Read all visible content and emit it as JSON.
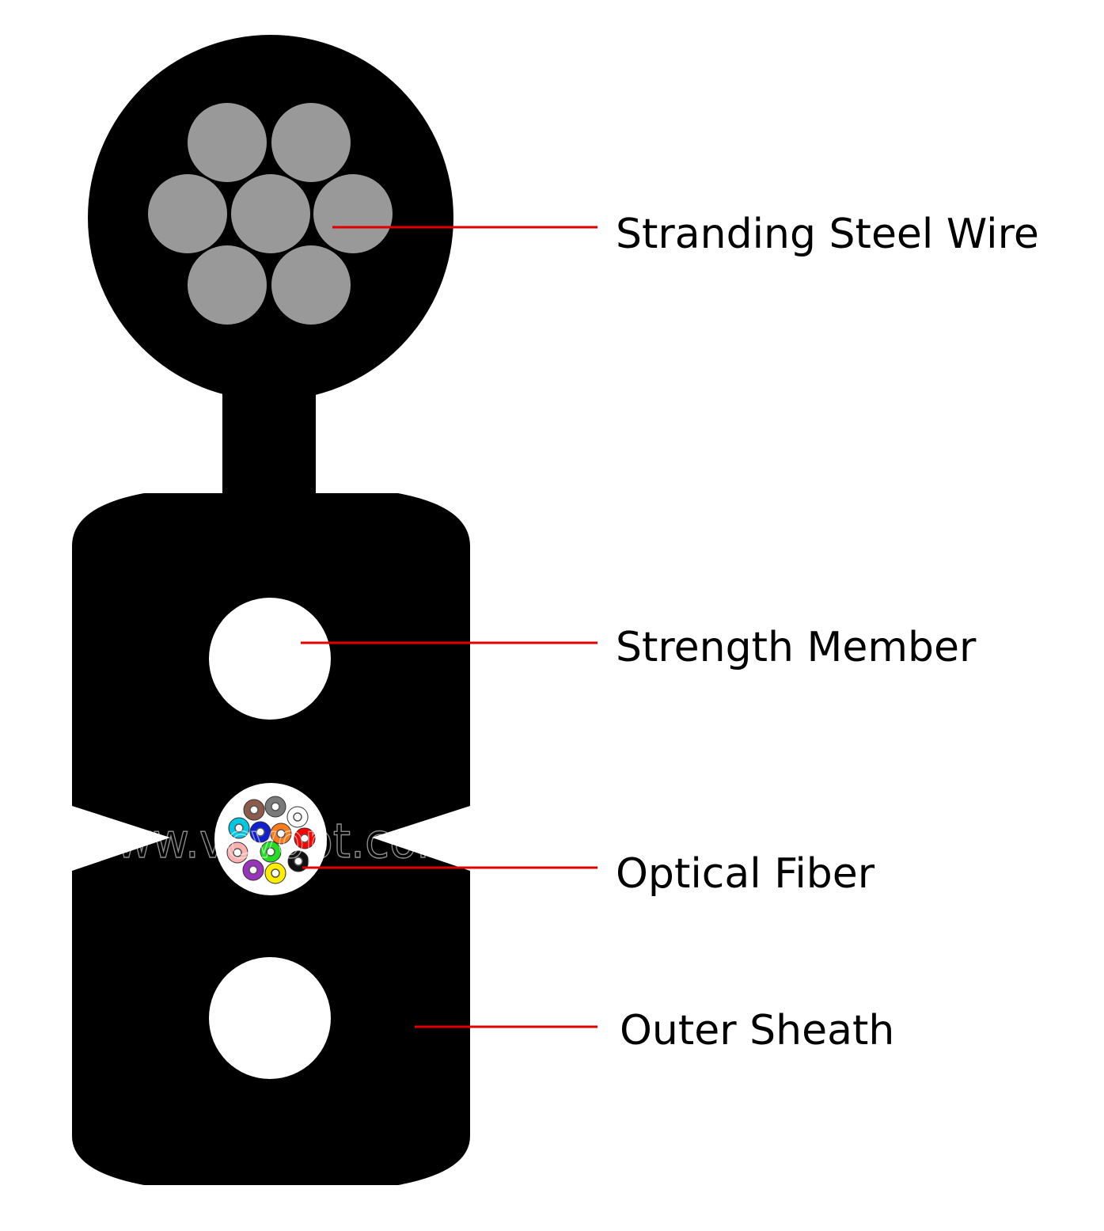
{
  "diagram": {
    "colors": {
      "sheath": "#000000",
      "steel_wire": "#999999",
      "leader_line": "#e00000",
      "fiber_tube": "#ffffff"
    },
    "watermark": "www.vcvopt.com",
    "labels": [
      {
        "id": "stranding-steel-wire",
        "text": "Stranding Steel Wire"
      },
      {
        "id": "strength-member",
        "text": "Strength Member"
      },
      {
        "id": "optical-fiber",
        "text": "Optical Fiber"
      },
      {
        "id": "outer-sheath",
        "text": "Outer Sheath"
      }
    ],
    "fiber_colors": [
      "#8b5a4a",
      "#7a7a7a",
      "#ffffff",
      "#00c8e0",
      "#1020d0",
      "#ff7a1a",
      "#ff0000",
      "#ffb0b0",
      "#22dd22",
      "#111111",
      "#9933bb",
      "#ffee00"
    ]
  }
}
